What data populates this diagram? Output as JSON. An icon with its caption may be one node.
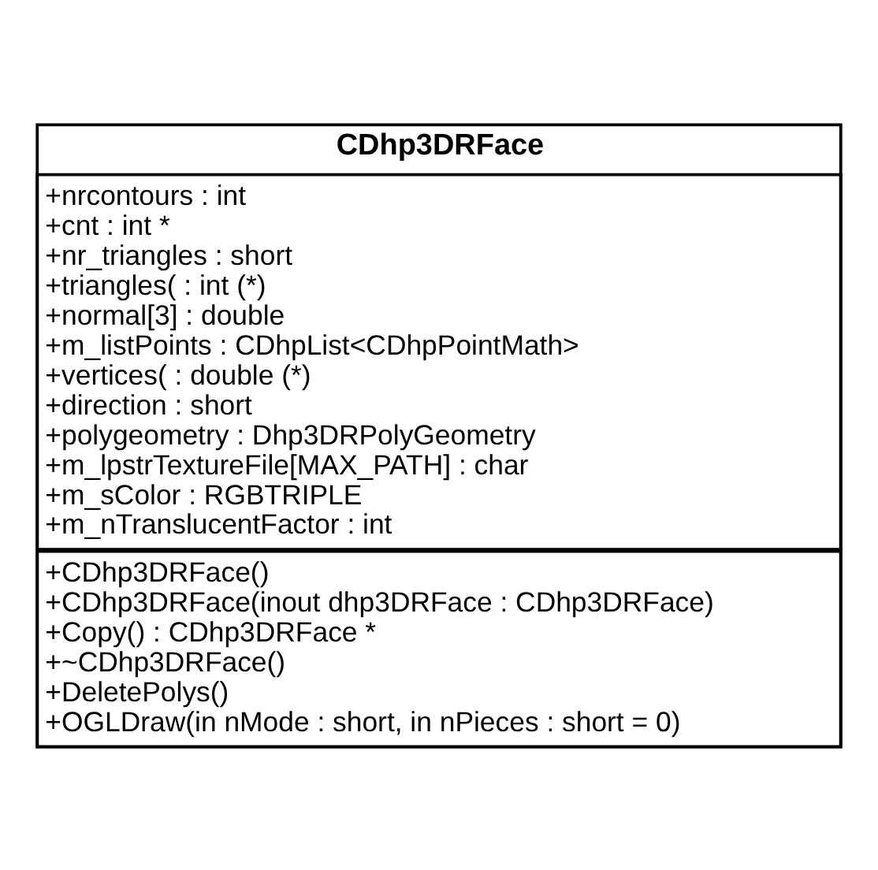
{
  "diagram": {
    "nodes": [
      {
        "text": [
          "CDhp3DRFace"
        ]
      },
      {
        "text": [
          "+nrcontours : int",
          "+cnt : int *",
          "+nr_triangles : short",
          "+triangles( : int (*)",
          "+normal[3] : double",
          "+m_listPoints : CDhpList<CDhpPointMath>",
          "+vertices( : double (*)",
          "+direction : short",
          "+polygeometry : Dhp3DRPolyGeometry",
          "+m_lpstrTextureFile[MAX_PATH] : char",
          "+m_sColor : RGBTRIPLE",
          "+m_nTranslucentFactor : int"
        ],
        "in": 0
      },
      {
        "text": [
          "+CDhp3DRFace()",
          "+CDhp3DRFace(inout dhp3DRFace : CDhp3DRFace)",
          "+Copy() : CDhp3DRFace *",
          "+~CDhp3DRFace()",
          "+DeletePolys()",
          "+OGLDraw(in nMode : short, in nPieces : short = 0)"
        ],
        "in": 0
      }
    ]
  }
}
